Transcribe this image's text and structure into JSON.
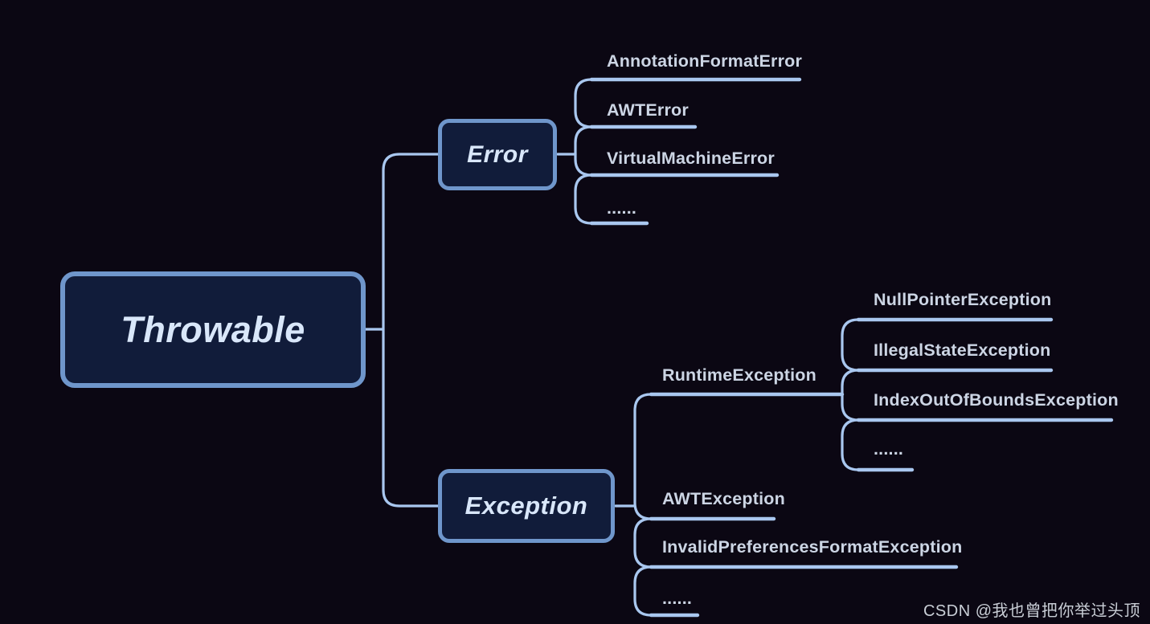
{
  "colors": {
    "background": "#0b0713",
    "line": "#a9c7ef",
    "node-border": "#6f96cb",
    "node-fill": "#111c3a",
    "node-text": "#d9e7fa",
    "leaf-text": "#ccd5e4",
    "watermark-text": "#c9ced6"
  },
  "tree": {
    "root": {
      "label": "Throwable",
      "children": [
        {
          "label": "Error",
          "children": [
            {
              "label": "AnnotationFormatError"
            },
            {
              "label": "AWTError"
            },
            {
              "label": "VirtualMachineError"
            },
            {
              "label": "......"
            }
          ]
        },
        {
          "label": "Exception",
          "children": [
            {
              "label": "RuntimeException",
              "children": [
                {
                  "label": "NullPointerException"
                },
                {
                  "label": "IllegalStateException"
                },
                {
                  "label": "IndexOutOfBoundsException"
                },
                {
                  "label": "......"
                }
              ]
            },
            {
              "label": "AWTException"
            },
            {
              "label": "InvalidPreferencesFormatException"
            },
            {
              "label": "......"
            }
          ]
        }
      ]
    }
  },
  "watermark": "CSDN @我也曾把你举过头顶"
}
